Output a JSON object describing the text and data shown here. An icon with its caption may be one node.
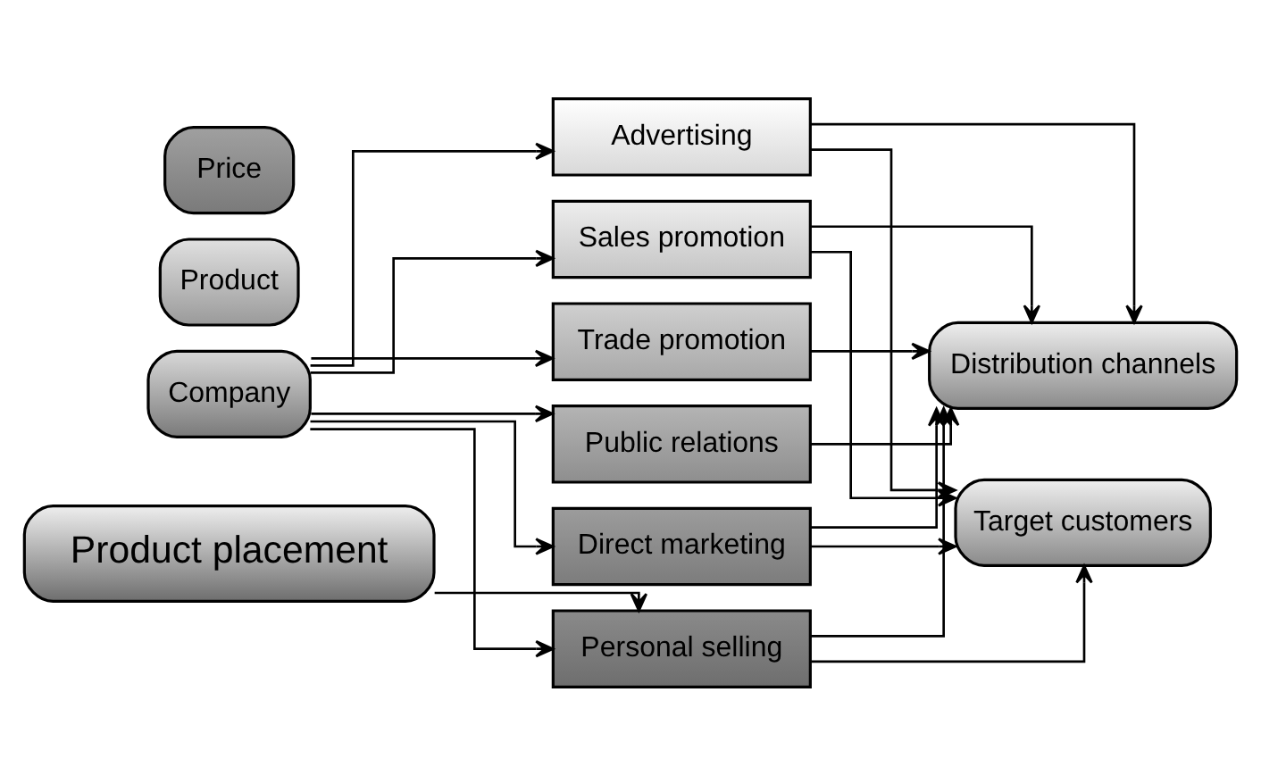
{
  "diagram": {
    "nodes": [
      {
        "text": [
          "Company"
        ]
      },
      {
        "text": [
          "Product"
        ]
      },
      {
        "text": [
          "Price"
        ]
      },
      {
        "text": [
          "Advertising"
        ]
      },
      {
        "text": [
          "Sales promotion"
        ]
      },
      {
        "text": [
          "Trade promotion"
        ]
      },
      {
        "text": [
          "Public relations"
        ]
      },
      {
        "text": [
          "Direct marketing"
        ]
      },
      {
        "text": [
          "Personal selling"
        ]
      },
      {
        "text": [
          "Distribution channels"
        ]
      },
      {
        "text": [
          "Target customers"
        ]
      },
      {
        "text": [
          "Product placement"
        ]
      }
    ],
    "edges": [
      {
        "from": 0,
        "to": 3,
        "arrow": "to"
      },
      {
        "from": 0,
        "to": 4,
        "arrow": "to"
      },
      {
        "from": 0,
        "to": 5,
        "arrow": "to"
      },
      {
        "from": 0,
        "to": 6,
        "arrow": "to"
      },
      {
        "from": 0,
        "to": 7,
        "arrow": "to"
      },
      {
        "from": 0,
        "to": 8,
        "arrow": "to"
      },
      {
        "from": 3,
        "to": 9,
        "arrow": "to"
      },
      {
        "from": 3,
        "to": 10,
        "arrow": "to"
      },
      {
        "from": 4,
        "to": 9,
        "arrow": "to"
      },
      {
        "from": 4,
        "to": 10,
        "arrow": "to"
      },
      {
        "from": 5,
        "to": 9,
        "arrow": "to"
      },
      {
        "from": 6,
        "to": 9,
        "arrow": "to"
      },
      {
        "from": 7,
        "to": 9,
        "arrow": "to"
      },
      {
        "from": 7,
        "to": 10,
        "arrow": "to"
      },
      {
        "from": 8,
        "to": 9,
        "arrow": "to"
      },
      {
        "from": 8,
        "to": 10,
        "arrow": "to"
      },
      {
        "from": 11,
        "to": 8,
        "arrow": "to"
      }
    ]
  }
}
